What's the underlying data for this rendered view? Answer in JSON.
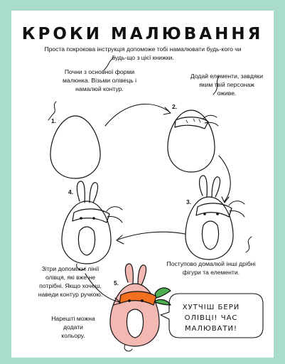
{
  "title": "КРОКИ МАЛЮВАННЯ",
  "intro": "Проста покрокова інструкція допоможе тобі намалювати будь-кого чи будь-що з цієї книжки.",
  "steps": [
    {
      "number": "1.",
      "text": "Почни з основної форми малюнка. Візьми олівець і намалюй контур."
    },
    {
      "number": "2.",
      "text": "Додай елементи, завдяки яким твій персонаж оживе."
    },
    {
      "number": "3.",
      "text": "Поступово домалюй інші дрібні фігури та елементи."
    },
    {
      "number": "4.",
      "text": "Зітри допоміжні лінії олівця, які вже не потрібні. Якщо хочеш, наведи контур ручкою."
    },
    {
      "number": "5.",
      "text": "Нарешті можна додати кольору."
    }
  ],
  "bubble": "ХУТЧІШ БЕРИ ОЛІВЦІ! ЧАС МАЛЮВАТИ!",
  "colors": {
    "border": "#a9dccd",
    "bunny_pink": "#f4b8b2",
    "carrot_orange": "#f2701f",
    "leaf_green": "#4caf50"
  }
}
